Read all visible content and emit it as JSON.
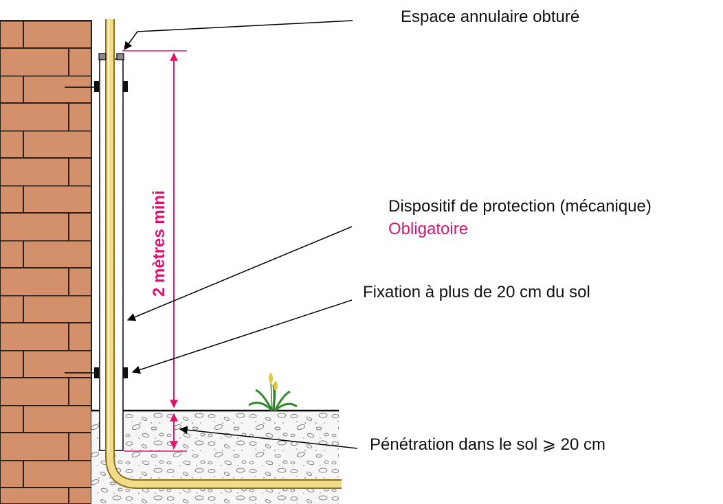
{
  "labels": {
    "annular_space": "Espace annulaire obturé",
    "protection_device": "Dispositif de protection (mécanique)",
    "mandatory": "Obligatoire",
    "fixation": "Fixation à plus de 20 cm du sol",
    "penetration": "Pénétration dans le sol ⩾ 20 cm",
    "height_dimension": "2 mètres mini"
  },
  "colors": {
    "accent": "#e0136b",
    "brick": "#d4906a",
    "mortar": "#3a2a20",
    "pipe": "#f2dc8a",
    "pipe_outline": "#8a6f1c",
    "soil": "#f4f4f4"
  },
  "icons": {
    "plant": "plant-icon"
  }
}
